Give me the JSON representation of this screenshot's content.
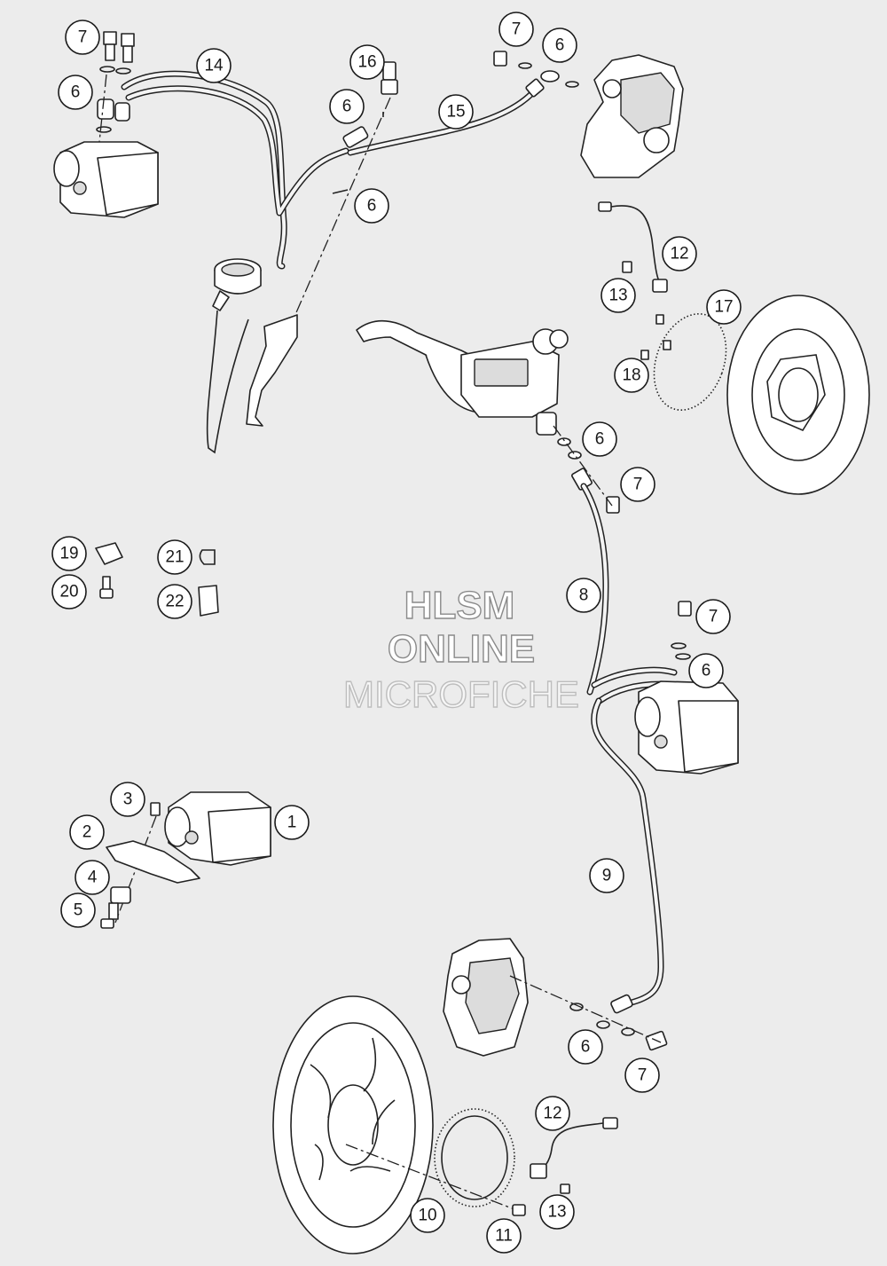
{
  "watermark": {
    "line1": "HLSM",
    "line2": "ONLINE",
    "line3": "MICROFICHE"
  },
  "callouts": [
    {
      "id": "c7a",
      "label": "7"
    },
    {
      "id": "c6a",
      "label": "6"
    },
    {
      "id": "c14",
      "label": "14"
    },
    {
      "id": "c16",
      "label": "16"
    },
    {
      "id": "c6b",
      "label": "6"
    },
    {
      "id": "c15",
      "label": "15"
    },
    {
      "id": "c6c",
      "label": "6"
    },
    {
      "id": "c7b",
      "label": "7"
    },
    {
      "id": "c6d",
      "label": "6"
    },
    {
      "id": "c12a",
      "label": "12"
    },
    {
      "id": "c13a",
      "label": "13"
    },
    {
      "id": "c17",
      "label": "17"
    },
    {
      "id": "c18",
      "label": "18"
    },
    {
      "id": "c6e",
      "label": "6"
    },
    {
      "id": "c7c",
      "label": "7"
    },
    {
      "id": "c19",
      "label": "19"
    },
    {
      "id": "c21",
      "label": "21"
    },
    {
      "id": "c20",
      "label": "20"
    },
    {
      "id": "c22",
      "label": "22"
    },
    {
      "id": "c8",
      "label": "8"
    },
    {
      "id": "c7d",
      "label": "7"
    },
    {
      "id": "c6f",
      "label": "6"
    },
    {
      "id": "c3",
      "label": "3"
    },
    {
      "id": "c1",
      "label": "1"
    },
    {
      "id": "c2",
      "label": "2"
    },
    {
      "id": "c4",
      "label": "4"
    },
    {
      "id": "c5",
      "label": "5"
    },
    {
      "id": "c9",
      "label": "9"
    },
    {
      "id": "c6g",
      "label": "6"
    },
    {
      "id": "c7e",
      "label": "7"
    },
    {
      "id": "c12b",
      "label": "12"
    },
    {
      "id": "c10",
      "label": "10"
    },
    {
      "id": "c11",
      "label": "11"
    },
    {
      "id": "c13b",
      "label": "13"
    }
  ]
}
